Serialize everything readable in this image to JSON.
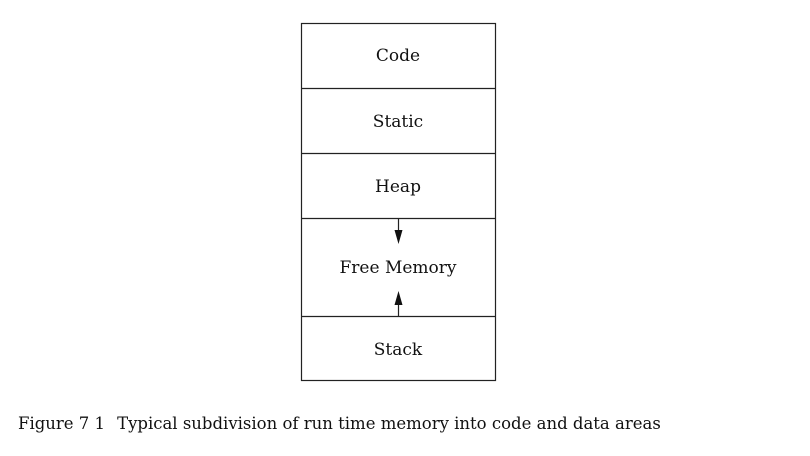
{
  "diagram": {
    "segments": [
      {
        "label": "Code"
      },
      {
        "label": "Static"
      },
      {
        "label": "Heap"
      },
      {
        "label": "Free Memory"
      },
      {
        "label": "Stack"
      }
    ],
    "arrows": [
      {
        "from": "Heap",
        "direction": "down"
      },
      {
        "from": "Stack",
        "direction": "up"
      }
    ]
  },
  "caption": {
    "figure_number": "Figure 7 1",
    "text": "Typical subdivision of run time memory into code and data areas"
  }
}
